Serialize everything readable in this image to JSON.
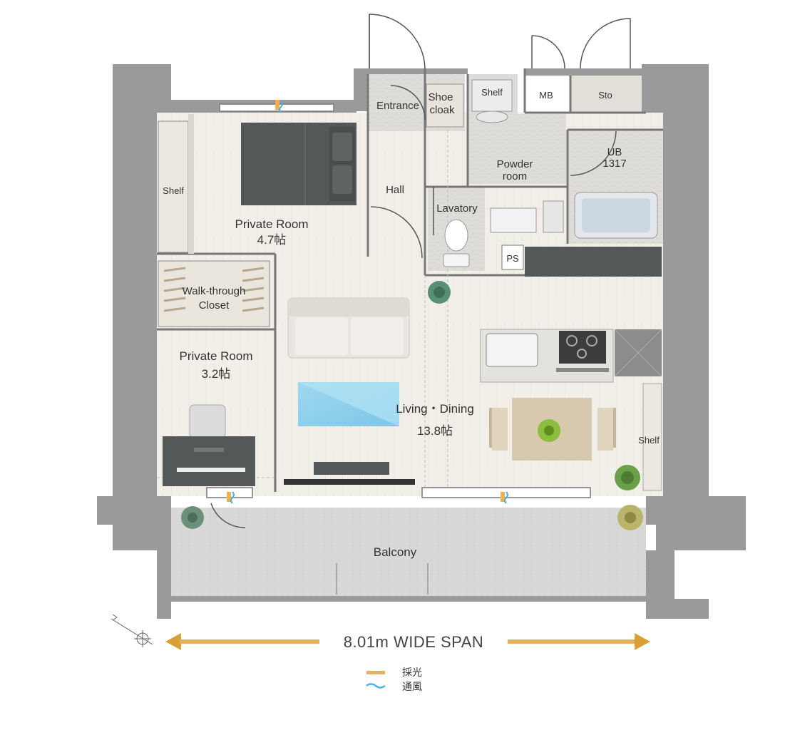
{
  "rooms": {
    "private_room_1": {
      "name": "Private Room",
      "size": "4.7帖"
    },
    "private_room_2": {
      "name": "Private Room",
      "size": "3.2帖"
    },
    "living_dining": {
      "name": "Living・Dining",
      "size": "13.8帖"
    },
    "walk_through_closet": {
      "line1": "Walk-through",
      "line2": "Closet"
    },
    "hall": "Hall",
    "entrance": "Entrance",
    "shoe_cloak": {
      "line1": "Shoe",
      "line2": "cloak"
    },
    "shelf_top": "Shelf",
    "mb": "MB",
    "sto": "Sto",
    "powder_room": {
      "line1": "Powder",
      "line2": "room"
    },
    "ub": {
      "line1": "UB",
      "line2": "1317"
    },
    "lavatory": "Lavatory",
    "ps": "PS",
    "shelf_left": "Shelf",
    "shelf_right": "Shelf",
    "balcony": "Balcony"
  },
  "span": "8.01m WIDE SPAN",
  "legend": {
    "lighting": "採光",
    "ventilation": "通風"
  },
  "colors": {
    "wall": "#9a9a9a",
    "floor": "#f2efe9",
    "tile": "#dcdad6",
    "balcony": "#d6d6d6",
    "accent_arrow": "#d9a03a",
    "vent": "#4ab3e6",
    "light": "#f0b050"
  }
}
